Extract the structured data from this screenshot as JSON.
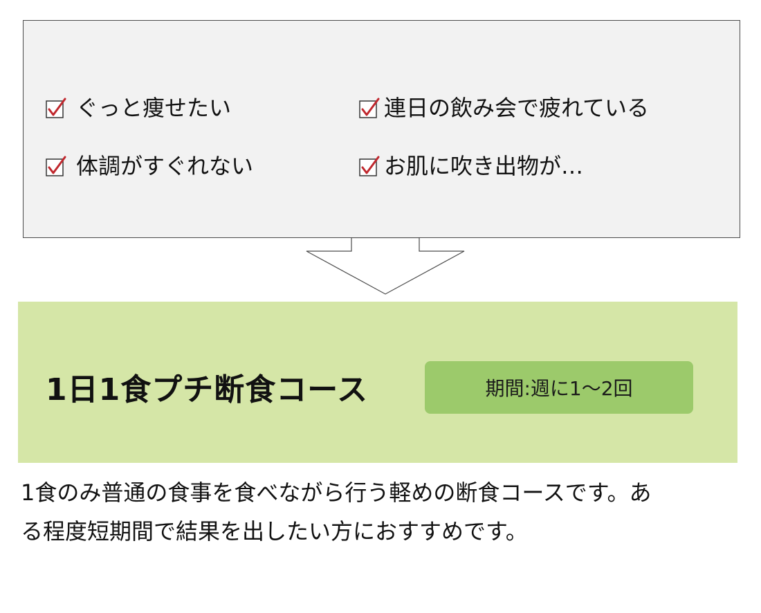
{
  "checklist": {
    "items": [
      {
        "label": "ぐっと痩せたい"
      },
      {
        "label": "連日の飲み会で疲れている"
      },
      {
        "label": "体調がすぐれない"
      },
      {
        "label": "お肌に吹き出物が…"
      }
    ]
  },
  "course": {
    "title": "1日1食プチ断食コース",
    "period": "期間:週に1～2回"
  },
  "description": {
    "line1": "1食のみ普通の食事を食べながら行う軽めの断食コースです。あ",
    "line2": "る程度短期間で結果を出したい方におすすめです。"
  },
  "colors": {
    "panel_background": "#f2f2f2",
    "check_mark": "#c0272d",
    "green_section": "#d5e6a7",
    "badge": "#9cca6b"
  }
}
